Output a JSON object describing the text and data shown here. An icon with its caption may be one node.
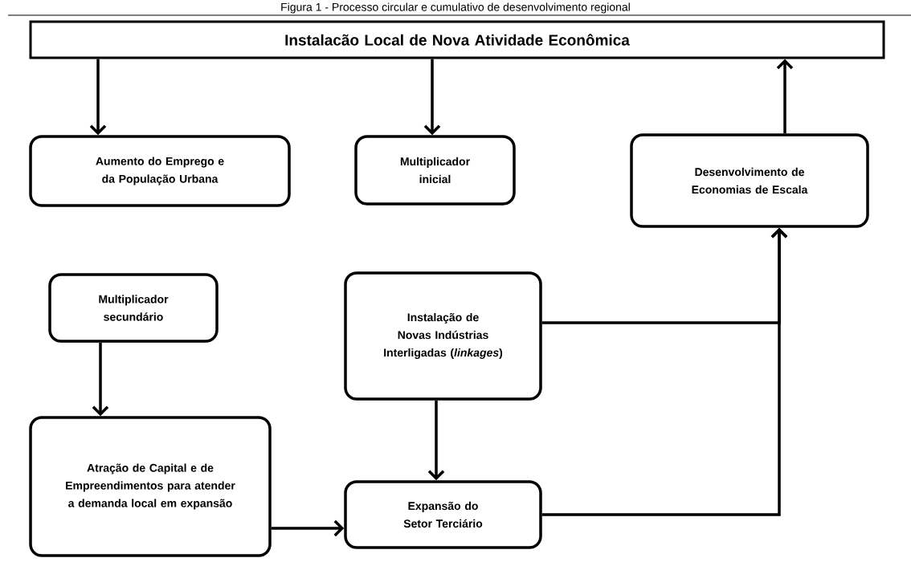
{
  "diagram": {
    "title": "Figura 1 - Processo circular e cumulativo de desenvolvimento regional",
    "nodes": [
      {
        "text": [
          "Instalacão Local de Nova Atividade Econômica"
        ]
      },
      {
        "text": [
          "Aumento do Emprego e da População Urbana"
        ]
      },
      {
        "text": [
          "Multiplicador inicial"
        ]
      },
      {
        "text": [
          "Desenvolvimento de Economias de Escala"
        ]
      },
      {
        "text": [
          "Multiplicador secundário"
        ]
      },
      {
        "text": [
          "Instalação de Novas Indústrias Interligadas (*linkages*)"
        ]
      },
      {
        "text": [
          "Atração de Capital e de Empreendimentos para atender a demanda local em expansão"
        ]
      },
      {
        "text": [
          "Expansão do Setor Terciário"
        ]
      }
    ],
    "edges": [
      {
        "from": 0,
        "to": 1,
        "arrow": "to"
      },
      {
        "from": 0,
        "to": 2,
        "arrow": "to"
      },
      {
        "from": 3,
        "to": 0,
        "arrow": "to"
      },
      {
        "from": 4,
        "to": 6,
        "arrow": "to"
      },
      {
        "from": 5,
        "to": 7,
        "arrow": "to"
      },
      {
        "from": 6,
        "to": 7,
        "arrow": "to"
      },
      {
        "from": 5,
        "to": 3,
        "arrow": "to"
      },
      {
        "from": 7,
        "to": 3,
        "arrow": "to"
      }
    ]
  }
}
